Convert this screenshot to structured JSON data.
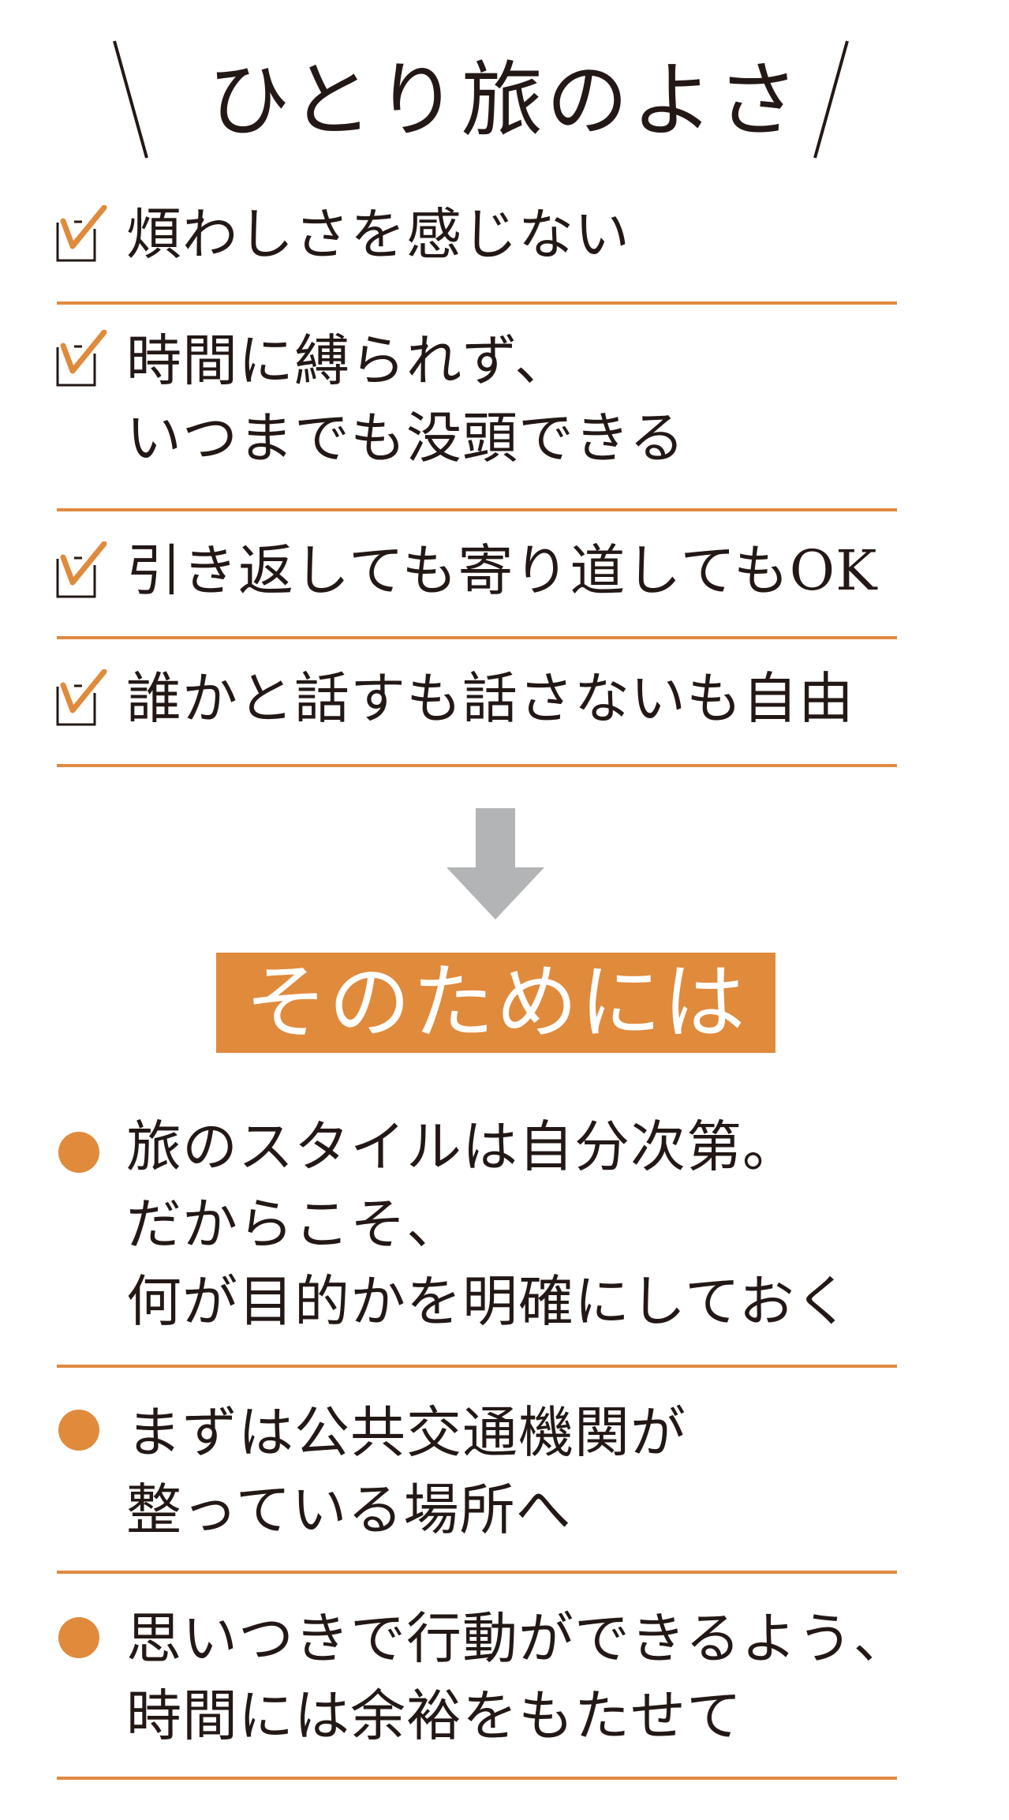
{
  "header": {
    "title": "ひとり旅のよさ"
  },
  "benefits": {
    "items": [
      {
        "lines": [
          "煩わしさを感じない"
        ]
      },
      {
        "lines": [
          "時間に縛られず、",
          "いつまでも没頭できる"
        ]
      },
      {
        "lines": [
          "引き返しても寄り道してもOK"
        ]
      },
      {
        "lines": [
          "誰かと話すも話さないも自由"
        ]
      }
    ]
  },
  "transition": {
    "arrow_icon": "arrow-down-icon",
    "banner_label": "そのためには"
  },
  "tips": {
    "items": [
      {
        "lines": [
          "旅のスタイルは自分次第。",
          "だからこそ、",
          "何が目的かを明確にしておく"
        ]
      },
      {
        "lines": [
          "まずは公共交通機関が",
          "整っている場所へ"
        ]
      },
      {
        "lines": [
          "思いつきで行動ができるよう、",
          "時間には余裕をもたせて"
        ]
      }
    ]
  },
  "colors": {
    "accent": "#E08A3C",
    "divider": "#E08A40",
    "text": "#231815",
    "arrow": "#B3B4B5"
  }
}
